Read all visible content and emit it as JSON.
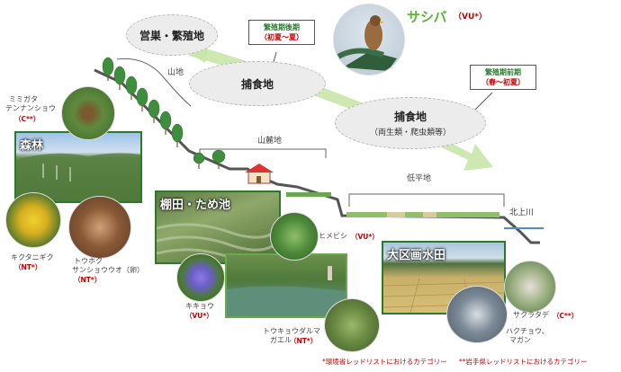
{
  "habitats": {
    "breeding": "営巣・繁殖地",
    "feeding_upper": "捕食地",
    "feeding_lower": "捕食地",
    "feeding_lower_sub": "（両生類・爬虫類等）"
  },
  "callouts": {
    "late_title": "繁殖期後期",
    "late_season": "（初夏～夏）",
    "early_title": "繁殖期前期",
    "early_season": "（春～初夏）"
  },
  "species_main": {
    "name": "サシバ",
    "status": "（VU*）"
  },
  "terrain": {
    "mountain": "山地",
    "foothill": "山麓地",
    "lowland": "低平地",
    "river": "北上川"
  },
  "photos": {
    "forest": "森林",
    "terraces": "棚田・ため池",
    "paddies": "大区画水田"
  },
  "species": [
    {
      "key": "mimigata",
      "name_lines": [
        "ミミガタ",
        "テンナンショウ"
      ],
      "status": "（C**）"
    },
    {
      "key": "kikutanigiku",
      "name_lines": [
        "キクタニギク"
      ],
      "status": "（NT*）"
    },
    {
      "key": "salamander",
      "name_lines": [
        "トウホク",
        "サンショウウオ（卵）"
      ],
      "status": "（NT*）"
    },
    {
      "key": "himebishi",
      "name_lines": [
        "ヒメビシ"
      ],
      "status": "（VU*）"
    },
    {
      "key": "kikyo",
      "name_lines": [
        "キキョウ"
      ],
      "status": "（VU*）"
    },
    {
      "key": "frog",
      "name_lines": [
        "トウキョウダルマ",
        "ガエル"
      ],
      "status": "（NT*）"
    },
    {
      "key": "sakuratade",
      "name_lines": [
        "サクラタデ"
      ],
      "status": "（C**）"
    },
    {
      "key": "birds",
      "name_lines": [
        "ハクチョウ、",
        "マガン"
      ],
      "status": ""
    }
  ],
  "footnote": {
    "env_ministry": "*環境省レッドリストにおけるカテゴリー",
    "iwate": "**岩手県レッドリストにおけるカテゴリー"
  },
  "colors": {
    "accent_red": "#c00000",
    "callout_green": "#2e7d32",
    "arrow_green": "#c9e6a8",
    "frame_green": "#2a7a2a",
    "sashiba_green": "#5fb23a"
  }
}
